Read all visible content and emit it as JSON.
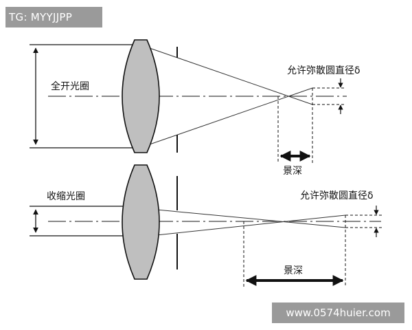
{
  "watermark_top": "TG: MYYJJPP",
  "watermark_bottom": "www.0574huier.com",
  "diagram": {
    "upper": {
      "aperture_label": "全开光圈",
      "coc_label": "允许弥散圆直径δ",
      "dof_label": "景深"
    },
    "lower": {
      "aperture_label": "收缩光圈",
      "coc_label": "允许弥散圆直径δ",
      "dof_label": "景深"
    }
  },
  "colors": {
    "lens_fill": "#bfbfbf",
    "stroke": "#111111",
    "watermark_bg": "#9a9a9a"
  }
}
